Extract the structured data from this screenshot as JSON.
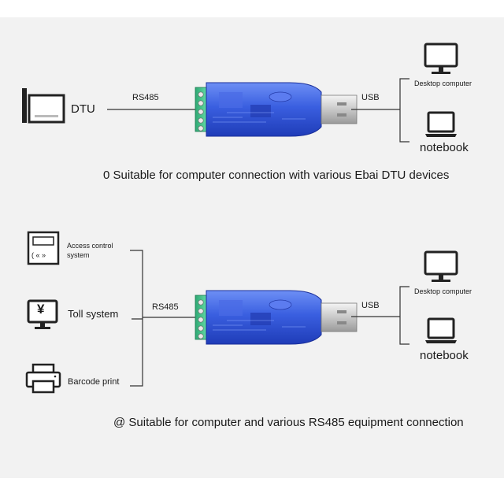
{
  "colors": {
    "line": "#333333",
    "module": "#2f4fd0",
    "module_light": "#5f82f0",
    "terminal": "#3cc28a",
    "usb": "#c9c9c9",
    "background": "#f2f2f2"
  },
  "section1": {
    "device": "DTU",
    "link_left": "RS485",
    "link_right": "USB",
    "desktop": "Desktop computer",
    "notebook": "notebook",
    "caption": "0 Suitable for computer connection with various Ebai DTU devices"
  },
  "section2": {
    "devices": [
      {
        "label": "Access control\nsystem",
        "icon": "access-control-icon"
      },
      {
        "label": "Toll system",
        "icon": "toll-monitor-icon",
        "glyph": "¥"
      },
      {
        "label": "Barcode print",
        "icon": "printer-icon"
      }
    ],
    "access_screen_text": "( « »",
    "link_left": "RS485",
    "link_right": "USB",
    "desktop": "Desktop computer",
    "notebook": "notebook",
    "caption": "@ Suitable for computer and various RS485 equipment connection"
  }
}
